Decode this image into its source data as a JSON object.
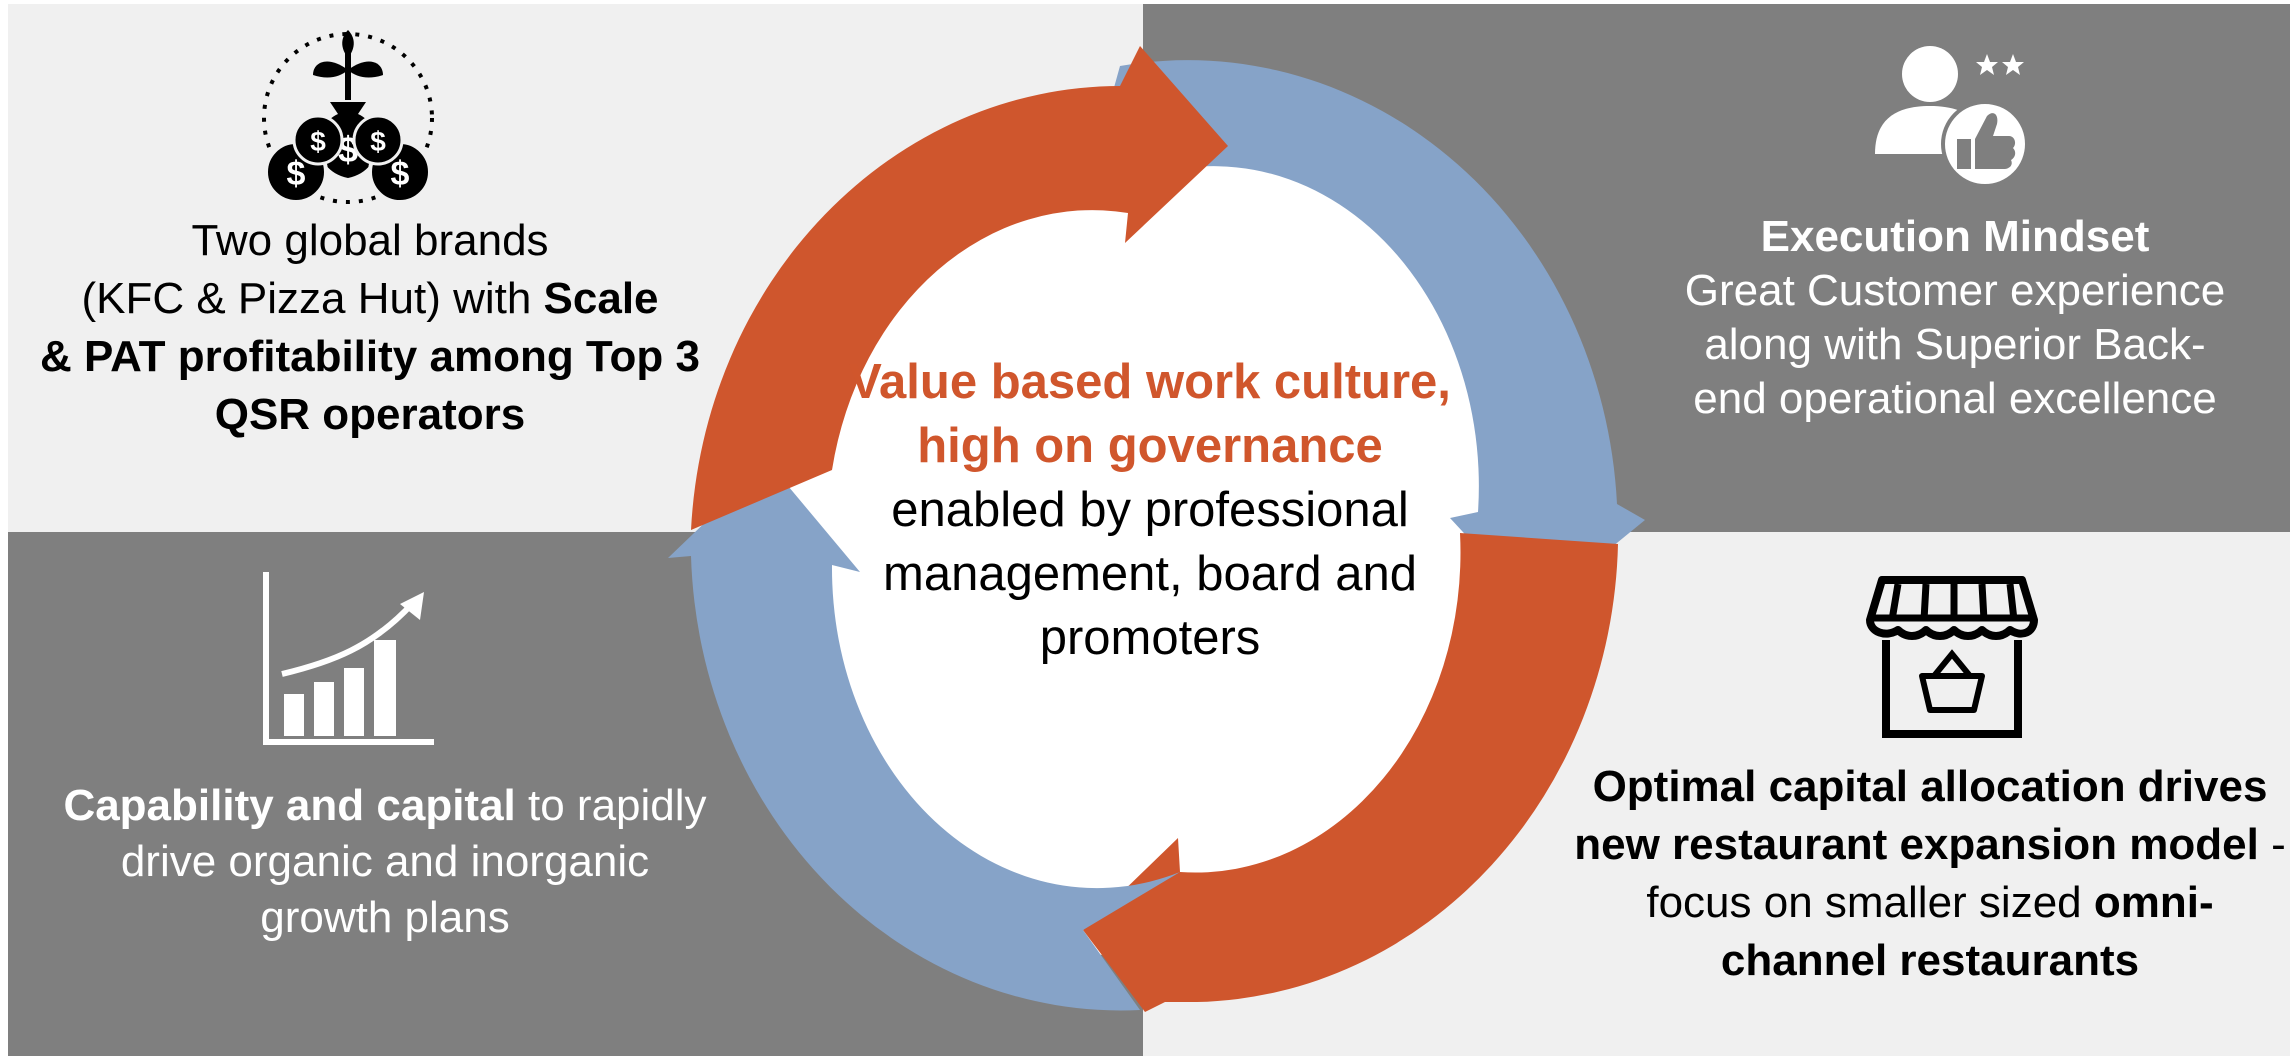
{
  "colors": {
    "orange": "#cf562d",
    "blue": "#86a3c8",
    "dark_gray": "#7f7f7f",
    "light_gray": "#f0f0f0",
    "accent_text": "#d0562c"
  },
  "center": {
    "highlight": "Value based work culture, high on governance",
    "rest": " enabled by professional management, board and promoters"
  },
  "top_left": {
    "icon": "money-bag-growth-icon",
    "line1": "Two global brands",
    "line2_plain": "(KFC & Pizza Hut) with ",
    "line2_bold": "Scale",
    "bold_rest": "& PAT profitability among Top 3 QSR operators"
  },
  "top_right": {
    "icon": "user-thumbs-up-stars-icon",
    "heading": "Execution Mindset",
    "body": "Great Customer experience along with Superior Back-end operational excellence"
  },
  "bottom_left": {
    "icon": "growth-bar-chart-icon",
    "bold": "Capability and capital",
    "plain": " to rapidly drive organic and inorganic growth plans"
  },
  "bottom_right": {
    "icon": "storefront-basket-icon",
    "bold1": "Optimal capital allocation drives new restaurant expansion model",
    "plain": " - focus on smaller sized ",
    "bold2": "omni-channel restaurants"
  }
}
